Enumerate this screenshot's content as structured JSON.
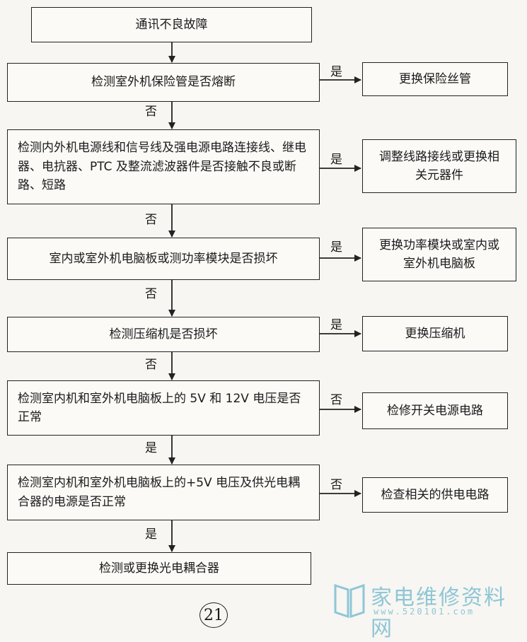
{
  "nodes": {
    "start": "通讯不良故障",
    "q1": "检测室外机保险管是否熔断",
    "a1": "更换保险丝管",
    "q2": "检测内外机电源线和信号线及强电源电路连接线、继电器、电抗器、PTC 及整流滤波器件是否接触不良或断路、短路",
    "a2": "调整线路接线或更换相关元器件",
    "q3": "室内或室外机电脑板或测功率模块是否损坏",
    "a3": "更换功率模块或室内或室外机电脑板",
    "q4": "检测压缩机是否损坏",
    "a4": "更换压缩机",
    "q5": "检测室内机和室外机电脑板上的 5V 和 12V 电压是否正常",
    "a5": "检修开关电源电路",
    "q6": "检测室内机和室外机电脑板上的+5V 电压及供光电耦合器的电源是否正常",
    "a6": "检查相关的供电电路",
    "end": "检测或更换光电耦合器"
  },
  "edges": {
    "q1_side": "是",
    "q1_down": "否",
    "q2_side": "是",
    "q2_down": "否",
    "q3_side": "是",
    "q3_down": "否",
    "q4_side": "是",
    "q4_down": "否",
    "q5_side": "否",
    "q5_down": "是",
    "q6_side": "否",
    "q6_down": "是"
  },
  "watermark": {
    "text": "家电维修资料网",
    "url": "www.520101.com"
  },
  "page_number": "21"
}
